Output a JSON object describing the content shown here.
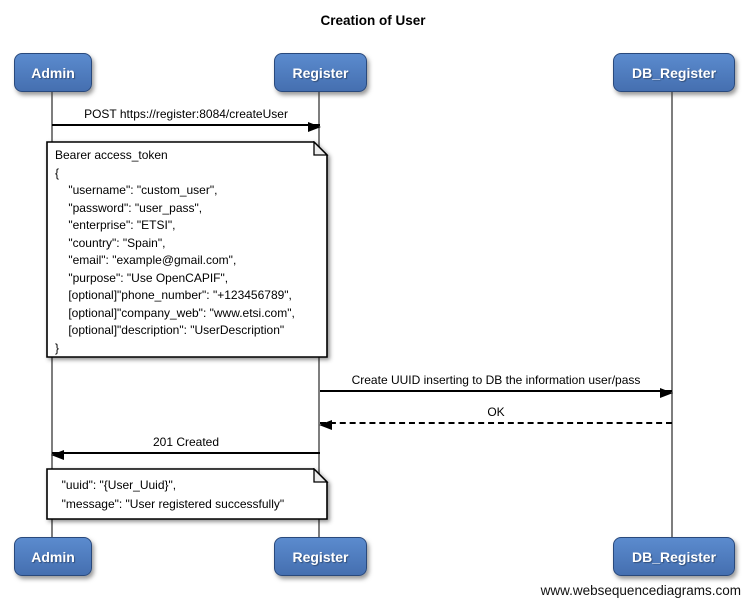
{
  "title": "Creation of User",
  "diagram_type": "sequence",
  "actors": {
    "admin": "Admin",
    "register": "Register",
    "db_register": "DB_Register"
  },
  "messages": [
    {
      "from": "Admin",
      "to": "Register",
      "type": "solid",
      "label": "POST https://register:8084/createUser"
    },
    {
      "from": "Register",
      "to": "DB_Register",
      "type": "solid",
      "label": "Create UUID inserting to DB the information user/pass"
    },
    {
      "from": "DB_Register",
      "to": "Register",
      "type": "dashed",
      "label": "OK"
    },
    {
      "from": "Register",
      "to": "Admin",
      "type": "solid",
      "label": "201 Created"
    }
  ],
  "notes": [
    {
      "over": "Admin, Register",
      "text": "Bearer access_token\n{\n    \"username\": \"custom_user\",\n    \"password\": \"user_pass\",\n    \"enterprise\": \"ETSI\",\n    \"country\": \"Spain\",\n    \"email\": \"example@gmail.com\",\n    \"purpose\": \"Use OpenCAPIF\",\n    [optional]\"phone_number\": \"+123456789\",\n    [optional]\"company_web\": \"www.etsi.com\",\n    [optional]\"description\": \"UserDescription\"\n}"
    },
    {
      "over": "Admin, Register",
      "text": "  \"uuid\": \"{User_Uuid}\",\n  \"message\": \"User registered successfully\""
    }
  ],
  "watermark": "www.websequencediagrams.com",
  "colors": {
    "actor_fill": "#4a7ebf",
    "actor_border": "#29497c",
    "lifeline": "#7e7e7e",
    "arrow": "#000000",
    "note_bg": "#ffffff"
  }
}
